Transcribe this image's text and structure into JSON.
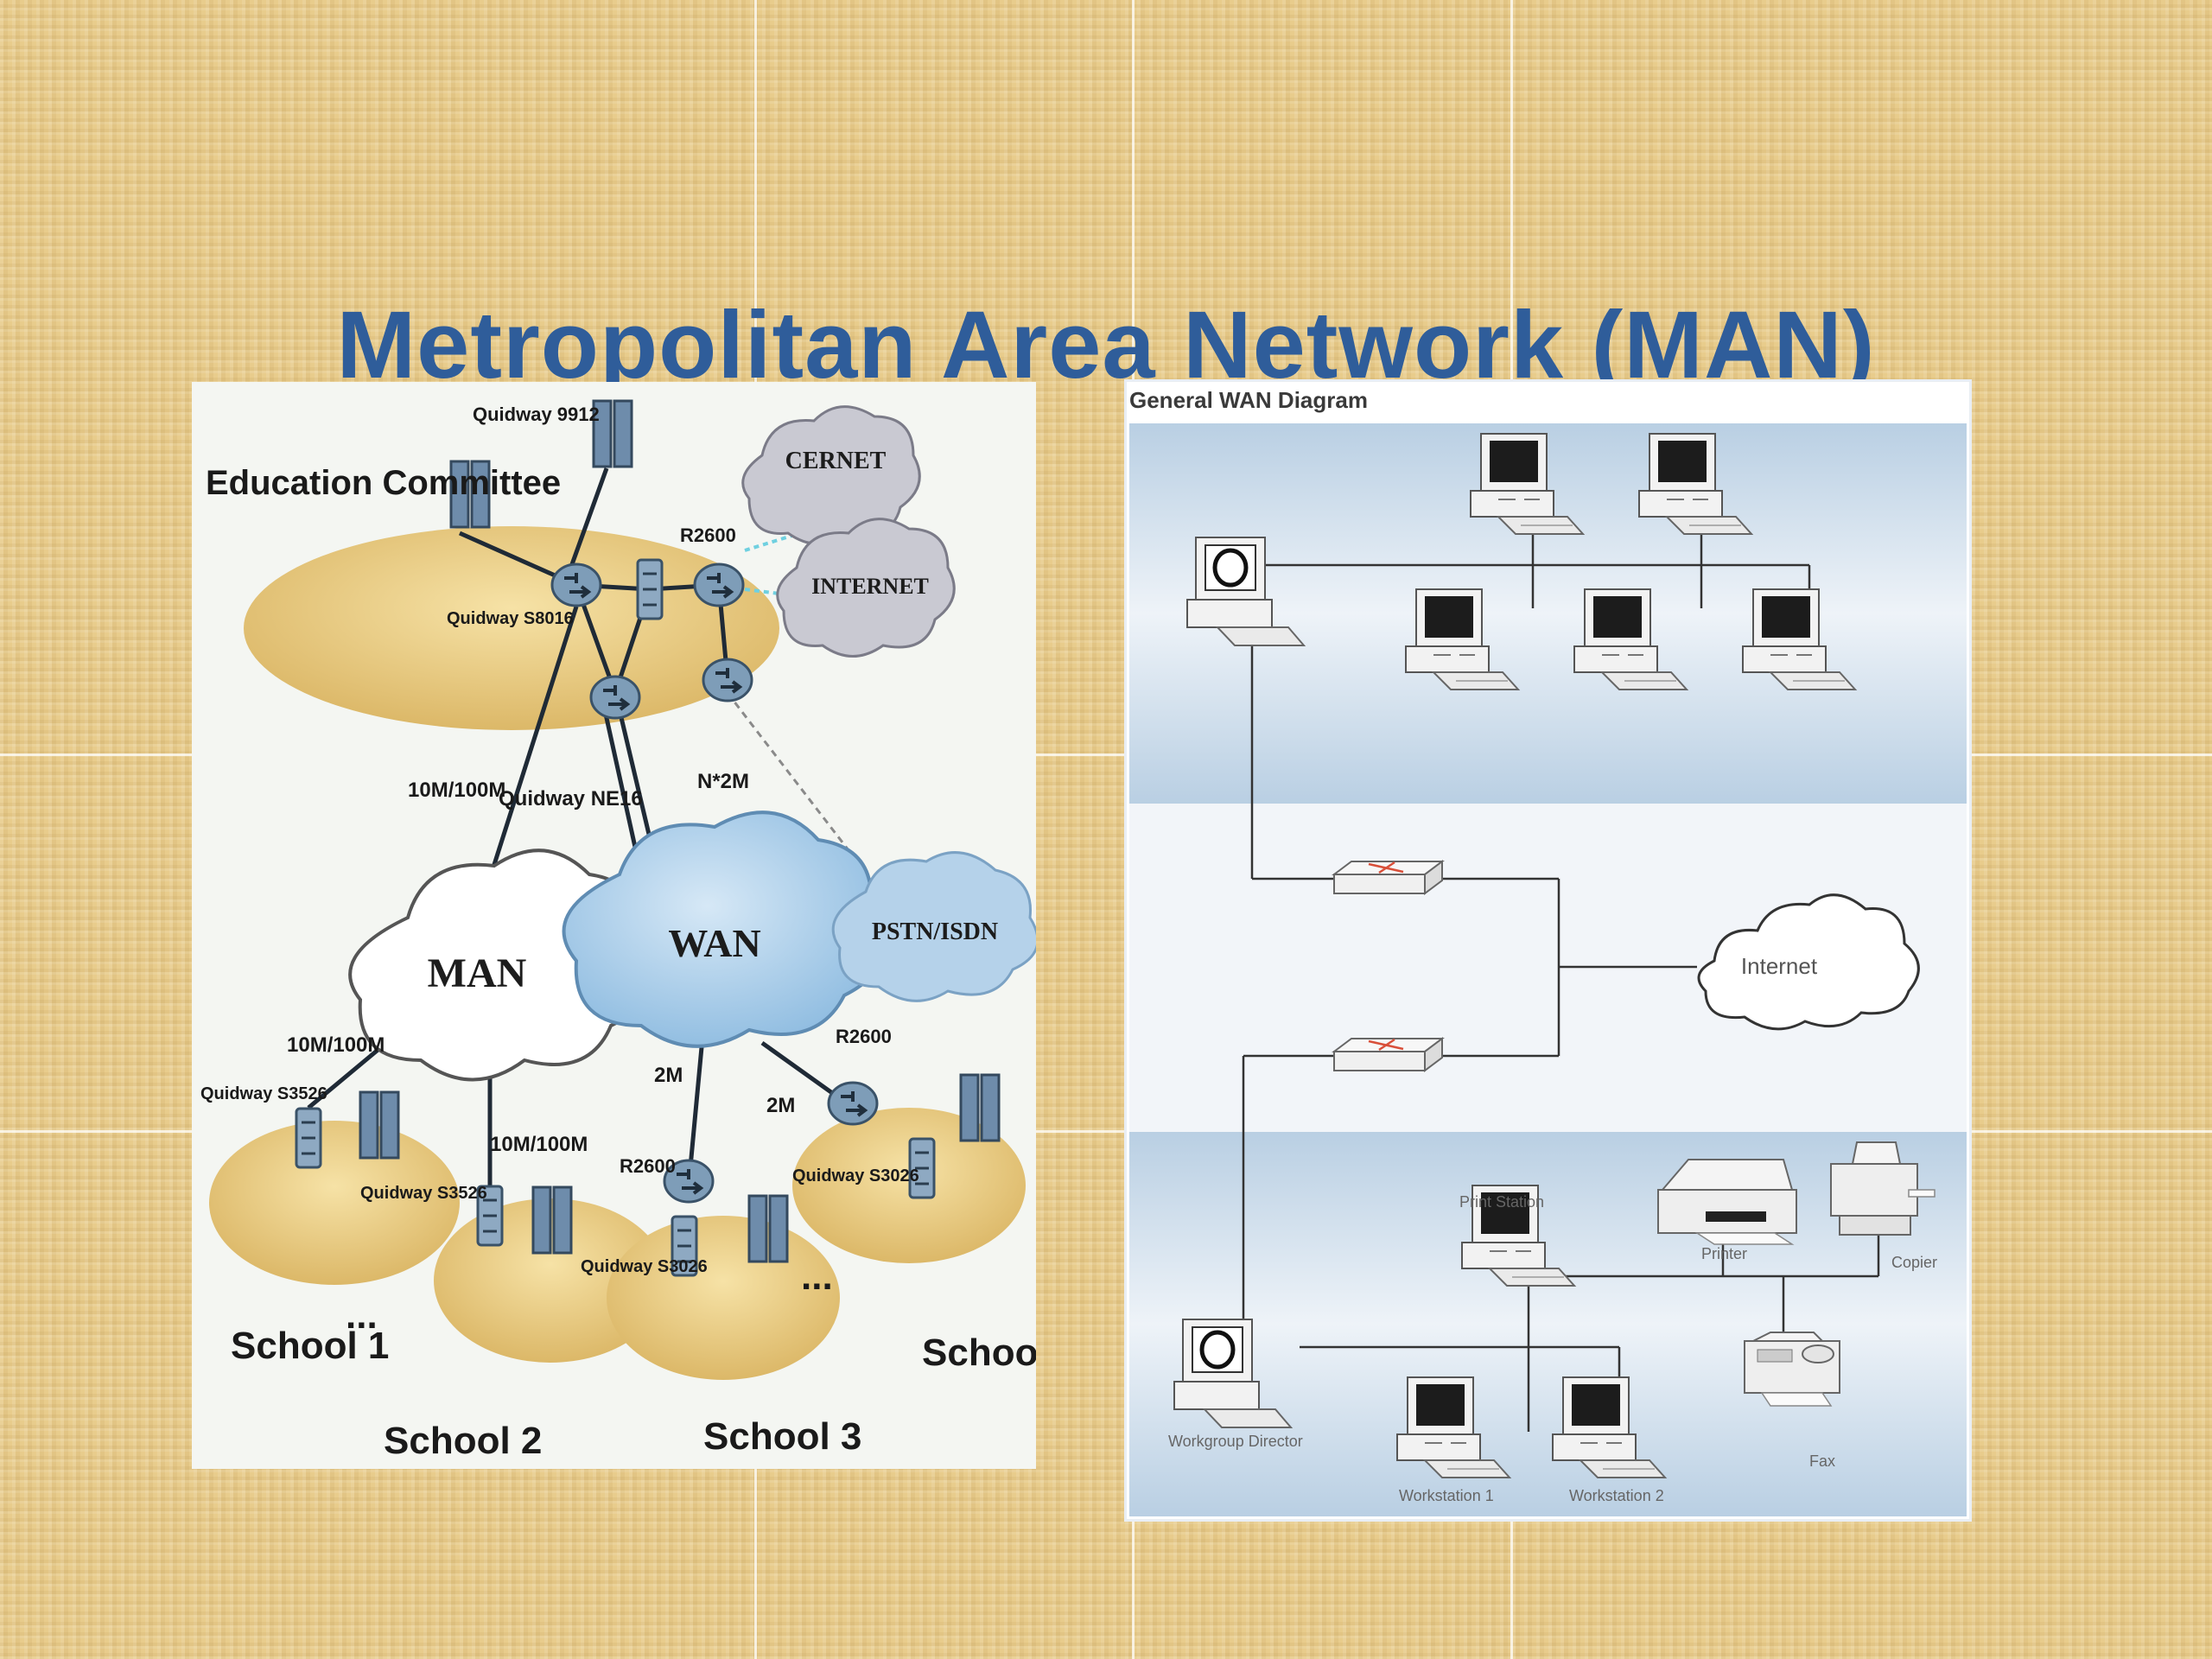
{
  "slide": {
    "title": "Metropolitan Area Network (MAN)"
  },
  "man_diagram": {
    "labels": {
      "education_committee": "Education Committee",
      "quidway_top": "Quidway 9912",
      "quidway_s8016": "Quidway S8016",
      "r2600_top": "R2600",
      "link_n2m": "N*2M",
      "link_10m_100m": "10M/100M",
      "quidway_ne16": "Quidway NE16",
      "link_10m_100m_left": "10M/100M",
      "link_10m_100m_mid": "10M/100M",
      "quidway_s3526_left": "Quidway S3526",
      "quidway_s3526_mid": "Quidway S3526",
      "link_2m_a": "2M",
      "link_2m_b": "2M",
      "r2600_school3": "R2600",
      "r2600_right": "R2600",
      "quidway_s3026_school3": "Quidway S3026",
      "quidway_s3026_right": "Quidway S3026",
      "ellipsis_left": "...",
      "ellipsis_right": "..."
    },
    "clouds": {
      "cernet": "CERNET",
      "internet": "INTERNET",
      "man": "MAN",
      "wan": "WAN",
      "pstn": "PSTN/ISDN"
    },
    "schools": {
      "school_1": "School 1",
      "school_2": "School 2",
      "school_3": "School 3",
      "school_n": "School N"
    }
  },
  "wan_diagram": {
    "header": "General WAN Diagram",
    "cloud_label": "Internet",
    "labels": {
      "print_station": "Print Station",
      "printer": "Printer",
      "copier": "Copier",
      "fax": "Fax",
      "workgroup_director": "Workgroup Director",
      "workstation_1": "Workstation 1",
      "workstation_2": "Workstation 2"
    }
  },
  "colors": {
    "title": "#2f5d9a",
    "band": "#c9d9ea",
    "wan_cloud": "#a8cbe8",
    "school_disc": "#e8c878"
  }
}
